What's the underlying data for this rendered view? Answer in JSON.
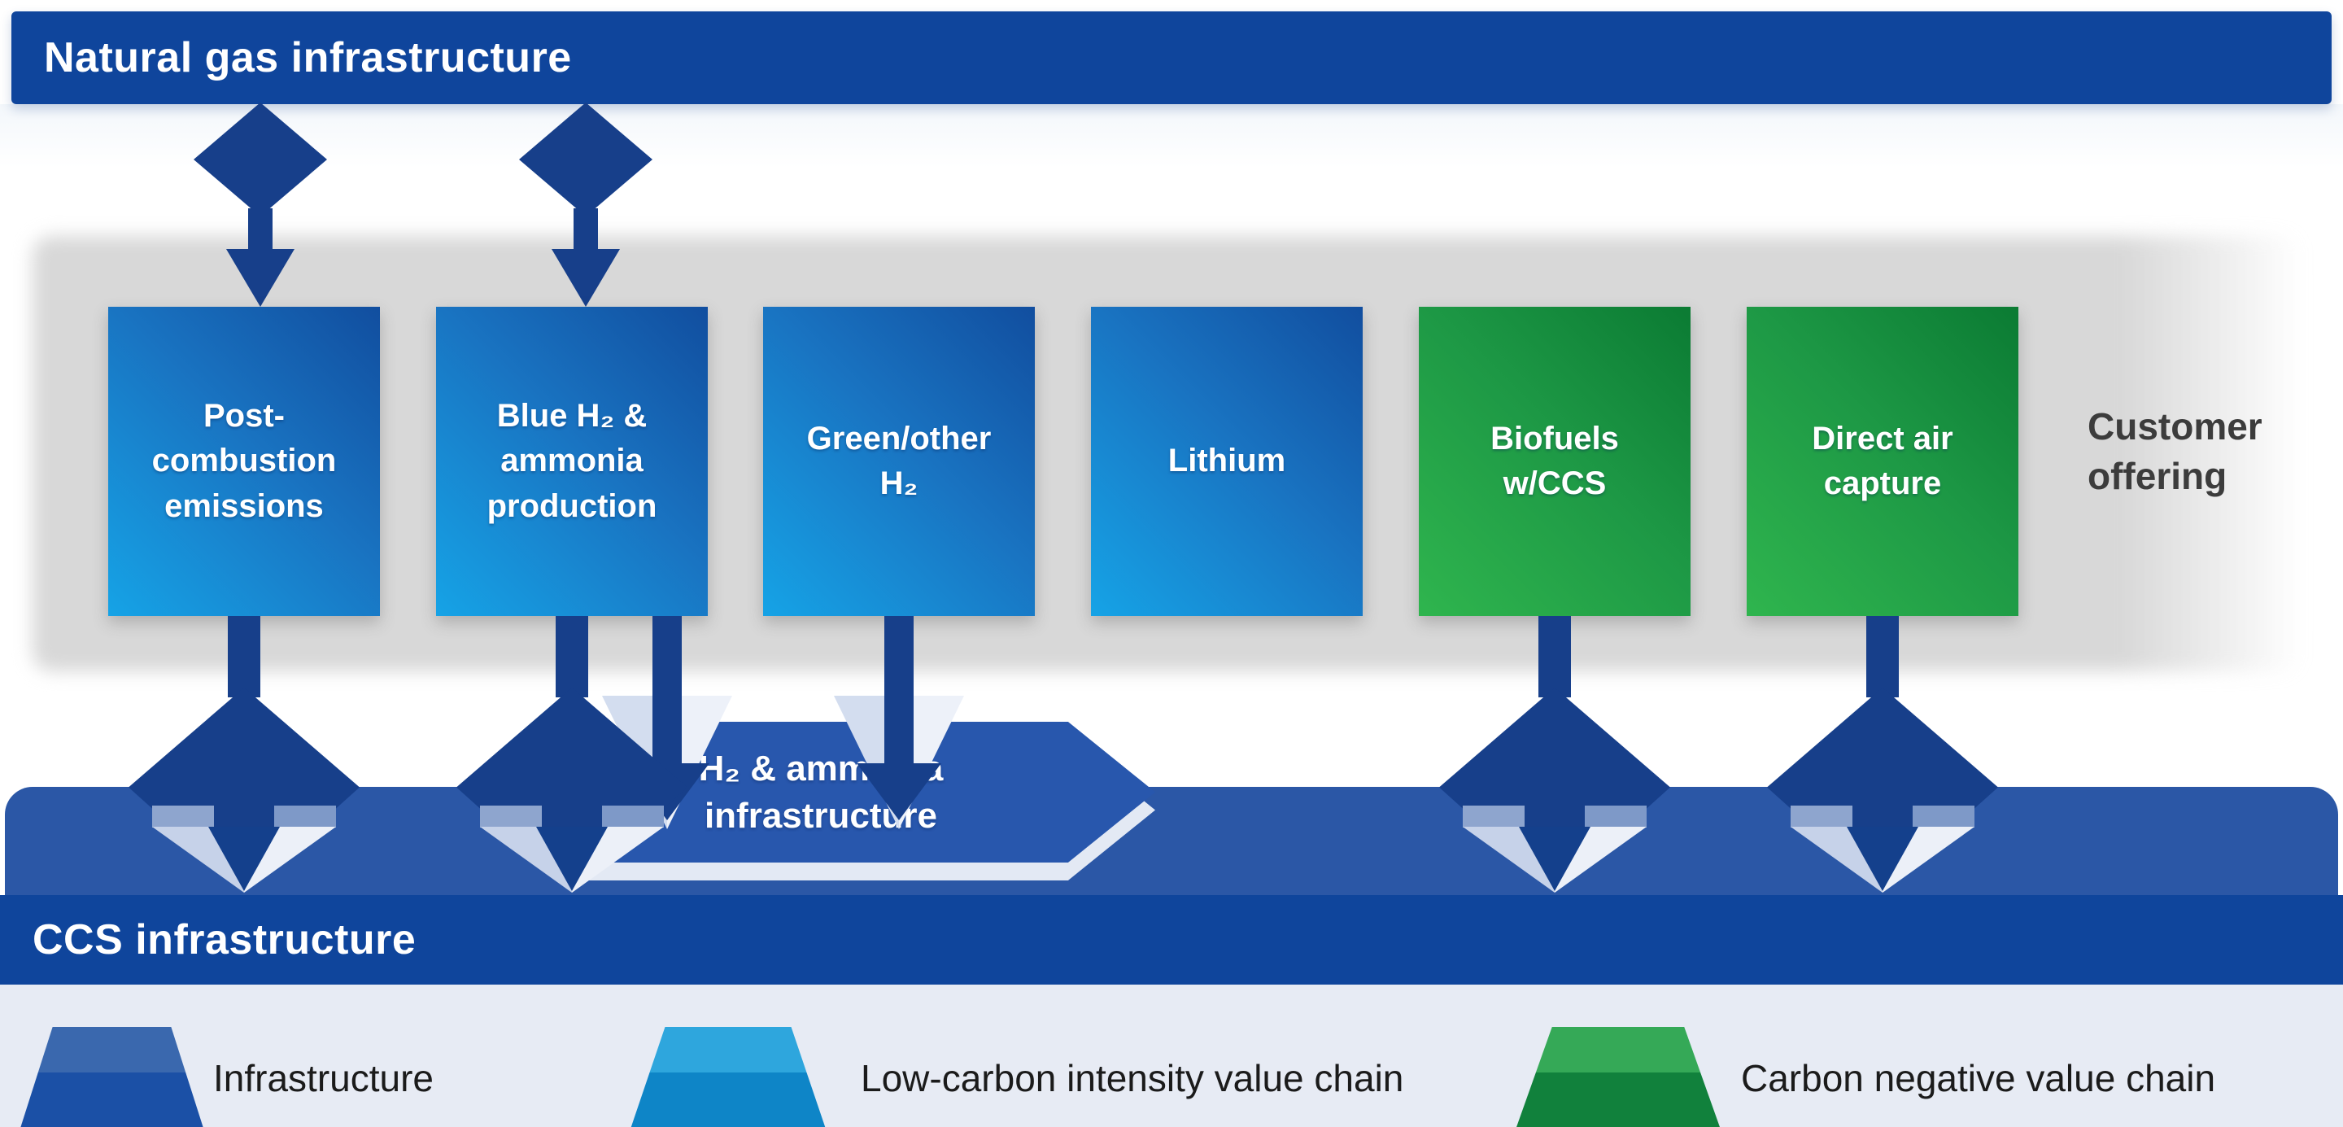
{
  "top_banner": {
    "label": "Natural gas infrastructure"
  },
  "offering_band": {
    "caption": "Customer\noffering",
    "boxes": [
      {
        "label": "Post-\ncombustion\nemissions",
        "type": "low-carbon"
      },
      {
        "label": "Blue H₂ &\nammonia\nproduction",
        "type": "low-carbon"
      },
      {
        "label": "Green/other\nH₂",
        "type": "low-carbon"
      },
      {
        "label": "Lithium",
        "type": "low-carbon"
      },
      {
        "label": "Biofuels\nw/CCS",
        "type": "carbon-negative"
      },
      {
        "label": "Direct air\ncapture",
        "type": "carbon-negative"
      }
    ]
  },
  "h2_banner": {
    "label": "H₂ & ammonia\ninfrastructure"
  },
  "ccs_banner": {
    "label": "CCS infrastructure"
  },
  "legend": [
    {
      "label": "Infrastructure",
      "color_top": "#3A68AE",
      "color_bottom": "#1B50A6"
    },
    {
      "label": "Low-carbon intensity value chain",
      "color_top": "#2EA6DD",
      "color_bottom": "#0E85C7"
    },
    {
      "label": "Carbon negative value chain",
      "color_top": "#35A957",
      "color_bottom": "#11813C"
    }
  ],
  "colors": {
    "banner_blue": "#0F459C",
    "ccs_band_blue": "#2B57A6",
    "h2_banner_blue": "#2857AD",
    "arrow_blue": "#173F8A",
    "box_blue_light": "#16A3E6",
    "box_blue_dark": "#114E9F",
    "box_green_light": "#2FB54E",
    "box_green_dark": "#0B7B33",
    "offering_band_gray": "#D8D8D8",
    "footer_background": "#E7EBF4",
    "caption_text": "#3C3C3C"
  }
}
